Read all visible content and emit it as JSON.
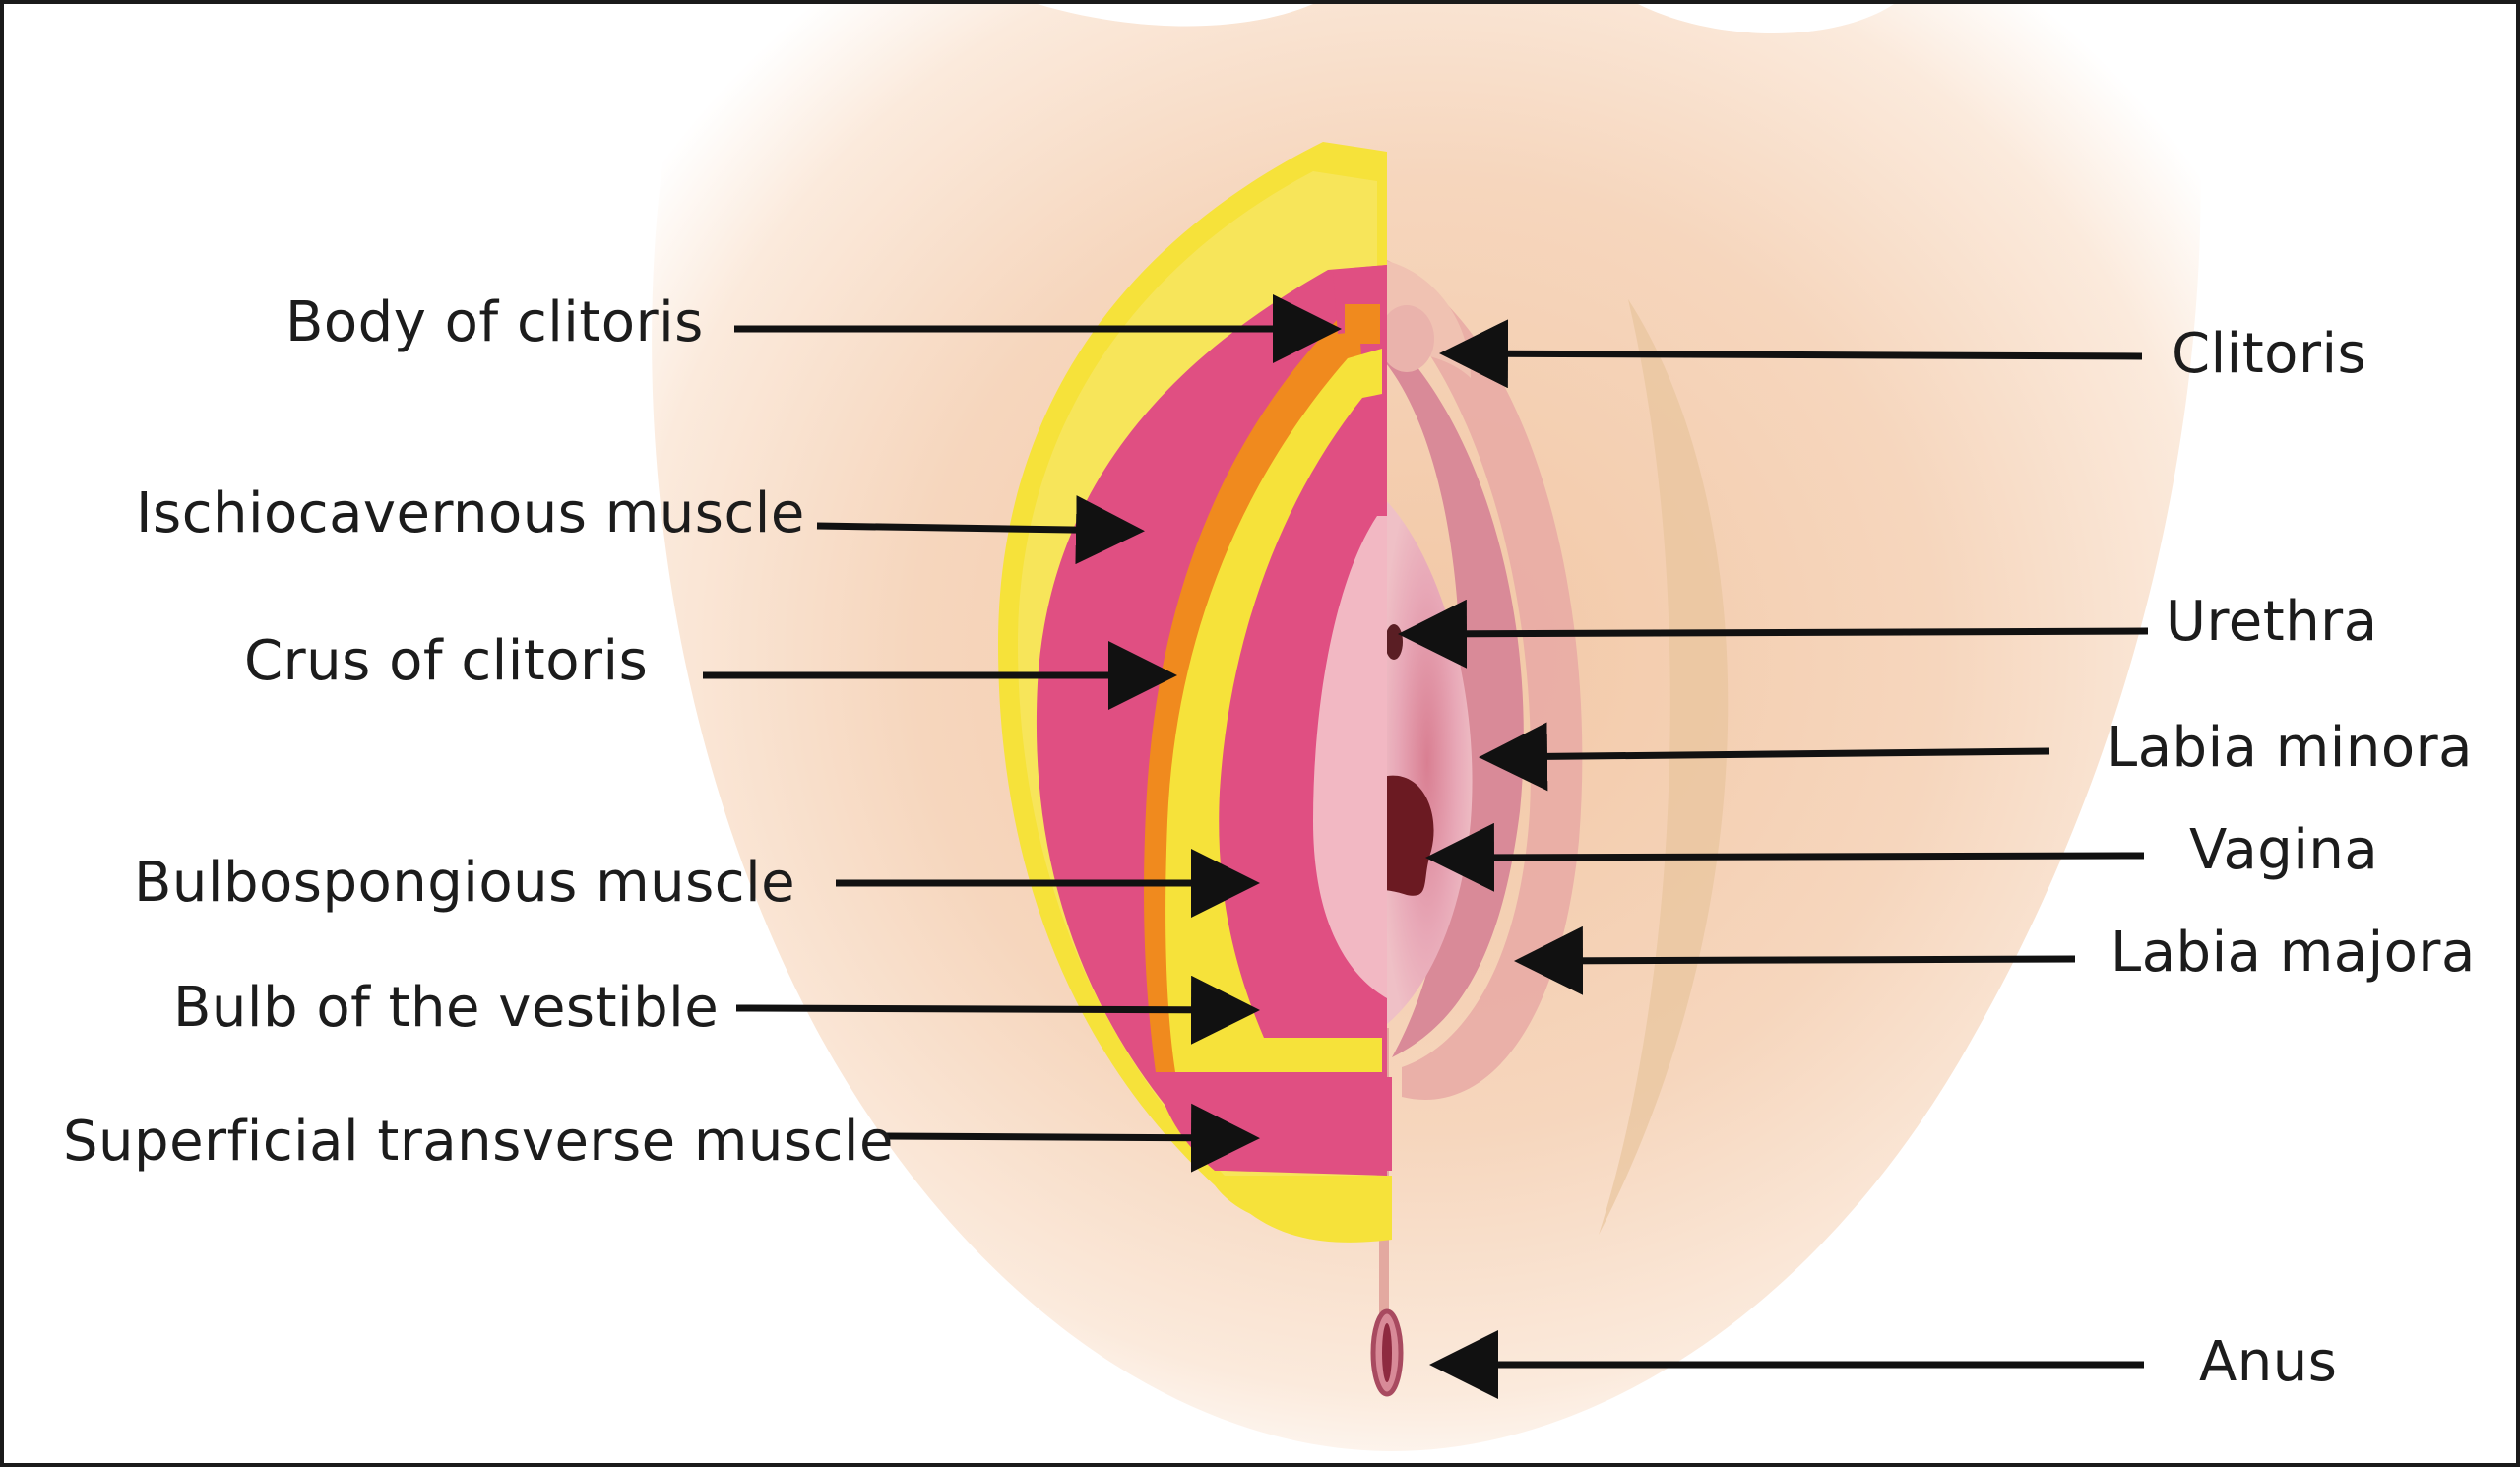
{
  "left_labels": {
    "body_of_clitoris": "Body of clitoris",
    "ischiocavernous_muscle": "Ischiocavernous muscle",
    "crus_of_clitoris": "Crus of clitoris",
    "bulbospongious_muscle": "Bulbospongious muscle",
    "bulb_of_the_vestible": "Bulb of the vestible",
    "superficial_transverse_muscle": "Superficial  transverse muscle"
  },
  "right_labels": {
    "clitoris": "Clitoris",
    "urethra": "Urethra",
    "labia_minora": "Labia minora",
    "vagina": "Vagina",
    "labia_majora": "Labia majora",
    "anus": "Anus"
  },
  "colors": {
    "skin": "#f3c9a8",
    "yellow": "#f7e23a",
    "pink": "#e04f82",
    "orange": "#f08a1e",
    "mucosa": "#e9a3b4",
    "arrow": "#111111"
  }
}
